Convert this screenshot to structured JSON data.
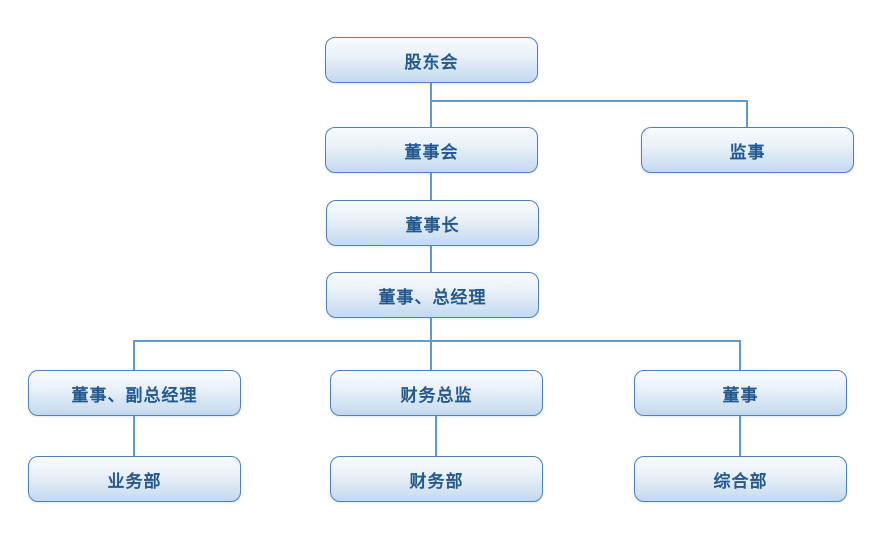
{
  "diagram": {
    "type": "org-chart",
    "nodes": {
      "shareholders": {
        "label": "股东会"
      },
      "board": {
        "label": "董事会"
      },
      "supervisor": {
        "label": "监事"
      },
      "chairman": {
        "label": "董事长"
      },
      "general_manager": {
        "label": "董事、总经理"
      },
      "deputy_general_manager": {
        "label": "董事、副总经理"
      },
      "finance_director": {
        "label": "财务总监"
      },
      "director": {
        "label": "董事"
      },
      "business_dept": {
        "label": "业务部"
      },
      "finance_dept": {
        "label": "财务部"
      },
      "general_dept": {
        "label": "综合部"
      }
    },
    "edges": [
      [
        "shareholders",
        "board"
      ],
      [
        "shareholders",
        "supervisor"
      ],
      [
        "board",
        "chairman"
      ],
      [
        "chairman",
        "general_manager"
      ],
      [
        "general_manager",
        "deputy_general_manager"
      ],
      [
        "general_manager",
        "finance_director"
      ],
      [
        "general_manager",
        "director"
      ],
      [
        "deputy_general_manager",
        "business_dept"
      ],
      [
        "finance_director",
        "finance_dept"
      ],
      [
        "director",
        "general_dept"
      ]
    ],
    "colors": {
      "background": "#ffffff",
      "node_border": "#4f81bd",
      "node_fill_top": "#f8fbfe",
      "node_fill_bottom": "#c4d9ef",
      "node_text": "#24598f",
      "connector": "#5f99d1"
    }
  }
}
